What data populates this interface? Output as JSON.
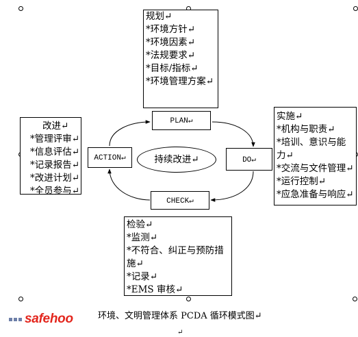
{
  "planning_box": {
    "lines": [
      "规划↵",
      "*环境方针↵",
      "*环境因素↵",
      "*法规要求↵",
      "*目标/指标↵",
      "*环境管理方案↵"
    ]
  },
  "improvement_box": {
    "lines": [
      "改进↵",
      "*管理评审↵",
      "*信息评估↵",
      "*记录报告↵",
      "*改进计划↵",
      "*全员参与↵"
    ]
  },
  "implementation_box": {
    "lines": [
      "实施↵",
      "*机构与职责↵",
      "*培训、意识与能",
      "力↵",
      "*交流与文件管理↵",
      "*运行控制↵",
      "*应急准备与响应↵"
    ]
  },
  "inspection_box": {
    "lines": [
      "检验↵",
      "*监测↵",
      "*不符合、纠正与预防措",
      "施↵",
      "*记录↵",
      "*EMS 审核↵"
    ]
  },
  "cycle": {
    "plan": "PLAN↵",
    "do": "DO↵",
    "check": "CHECK↵",
    "action": "ACTION↵",
    "center": "持续改进↵"
  },
  "caption": "环境、文明管理体系 PCDA 循环模式图↵",
  "logo": {
    "text": "safehoo",
    "color": "#e3261d"
  },
  "end_mark": "↵"
}
